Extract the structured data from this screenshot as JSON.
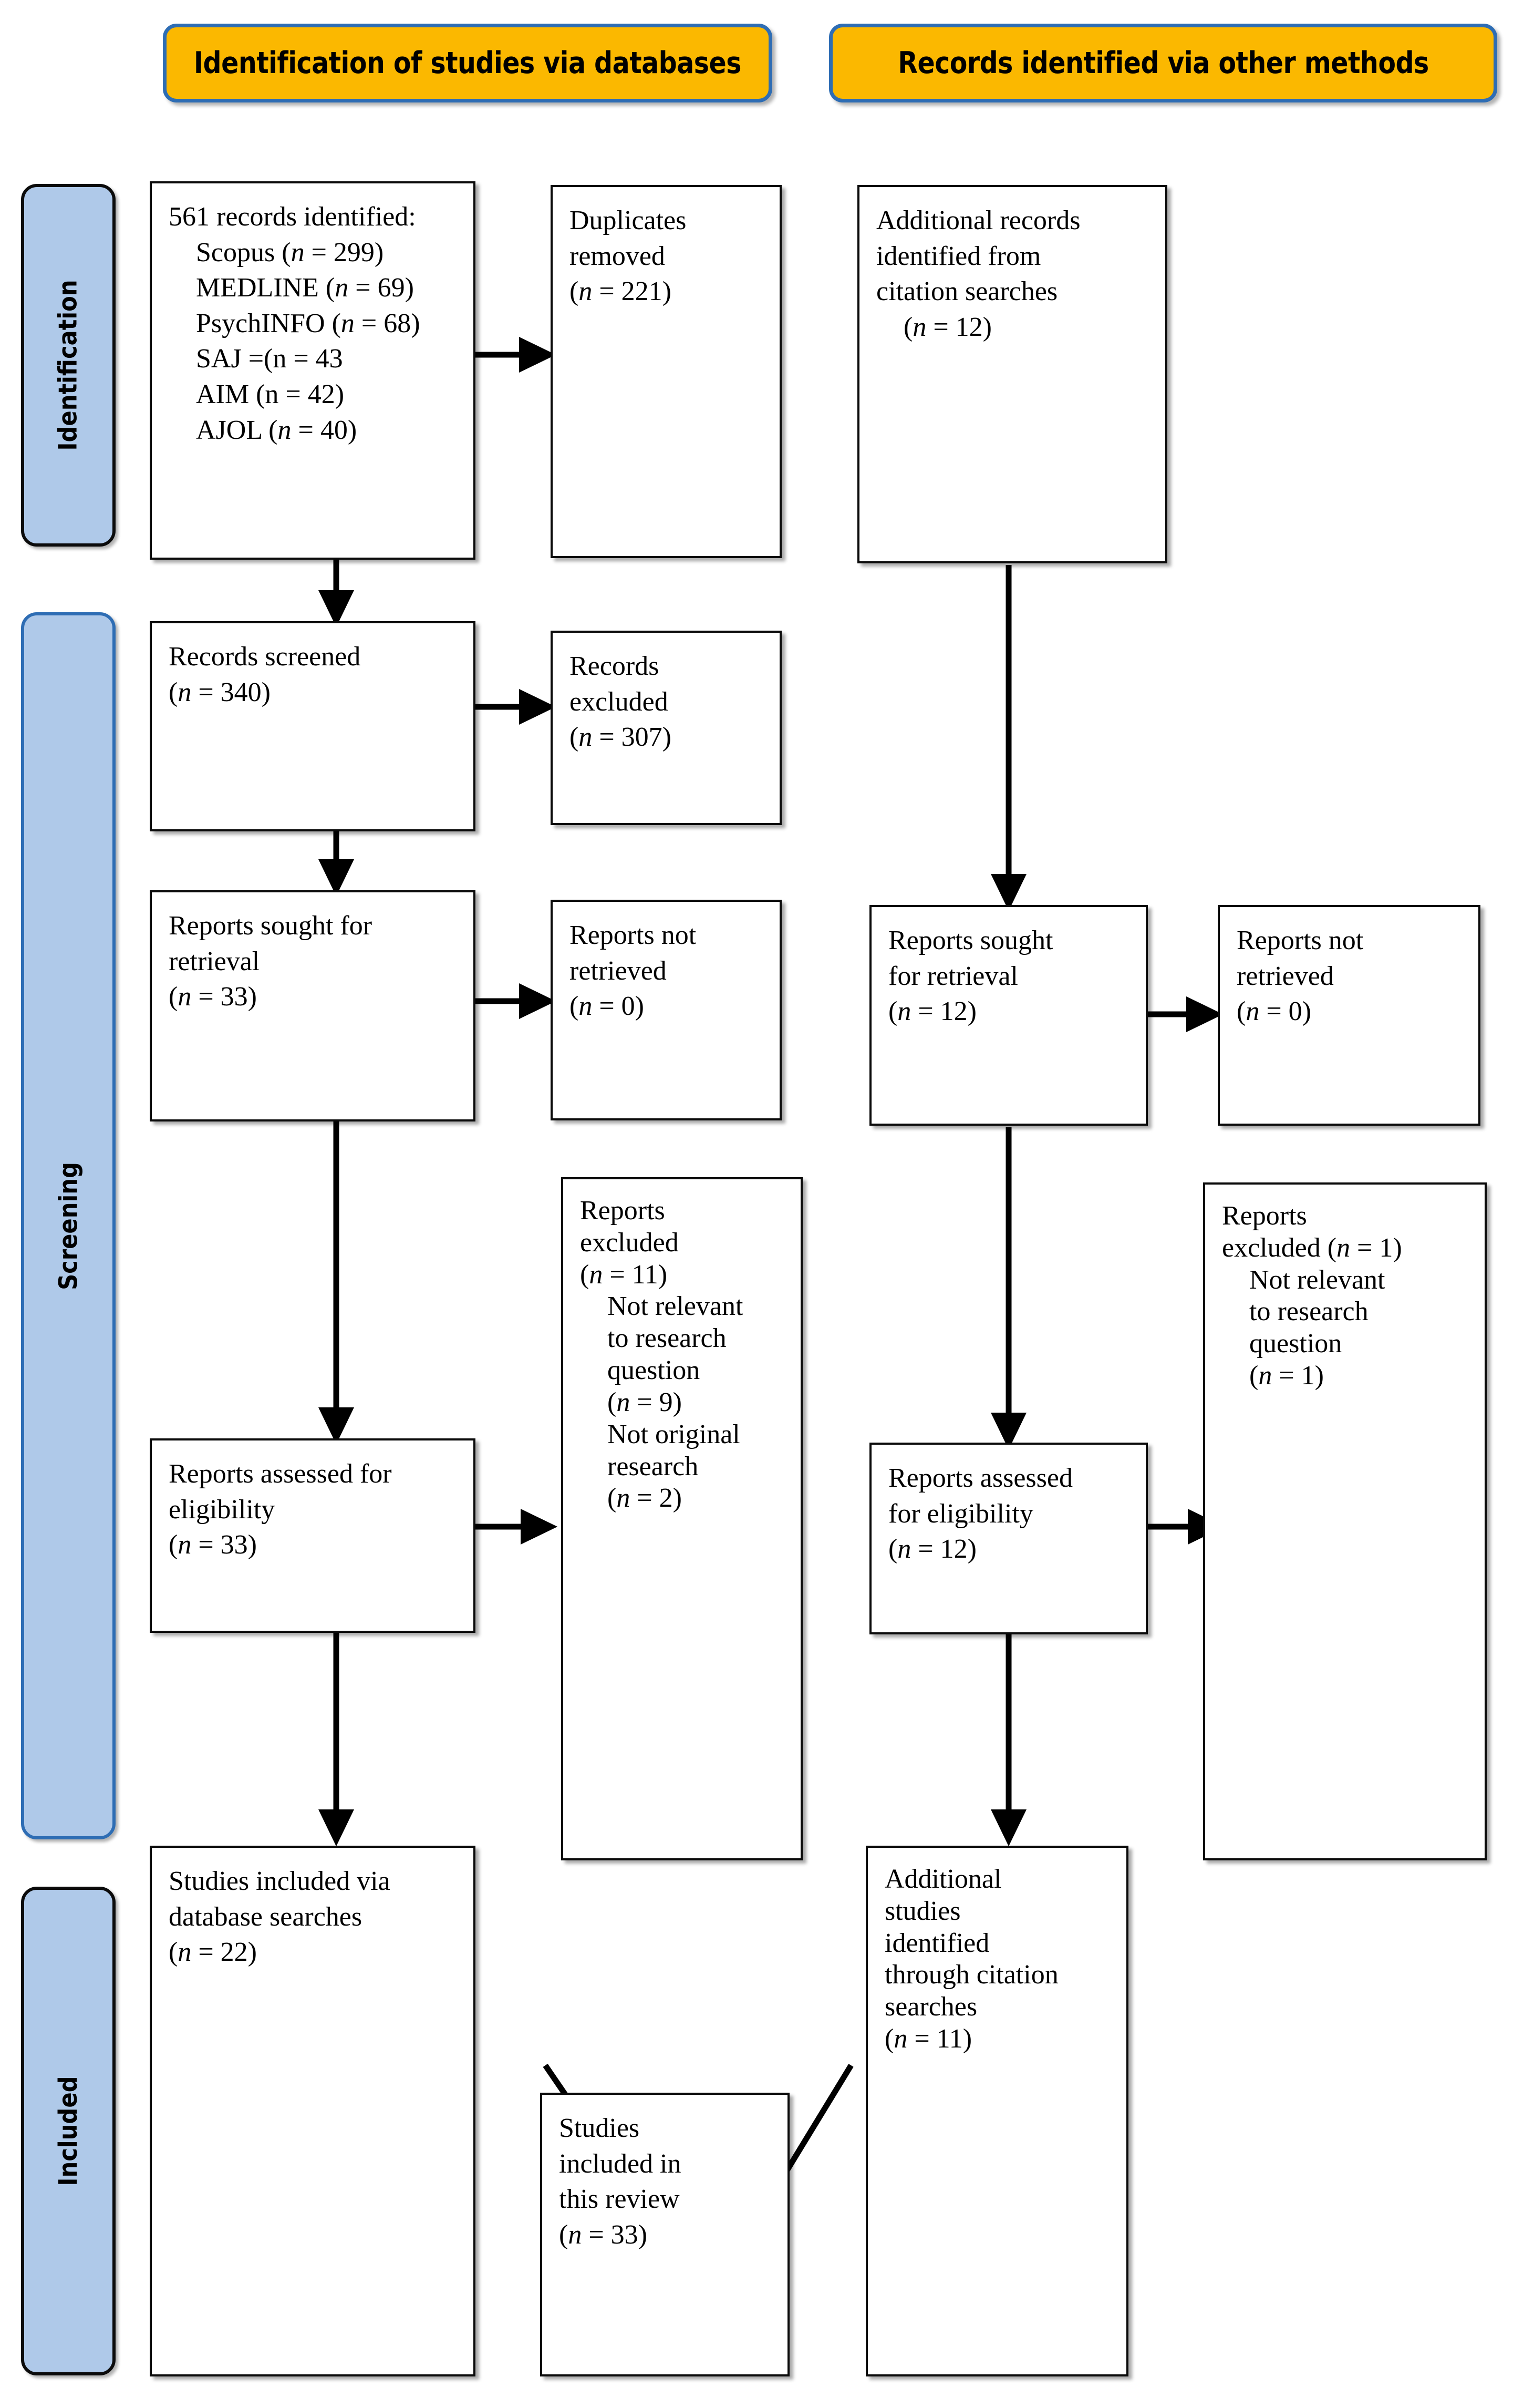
{
  "headers": [
    {
      "id": "databases",
      "label": "Identification of studies via databases"
    },
    {
      "id": "other",
      "label": "Records identified via other methods"
    }
  ],
  "stages": [
    {
      "id": "identification",
      "label": "Identification"
    },
    {
      "id": "screening",
      "label": "Screening"
    },
    {
      "id": "included",
      "label": "Included"
    }
  ],
  "colors": {
    "banner_fill": "#FBB800",
    "banner_border": "#2E6DB4",
    "stagebar_fill": "#AFC9E9",
    "stagebar_border_dark": "#0B0B0B",
    "stagebar_border_blue": "#2E6DB4",
    "box_border": "#0A0A0A",
    "box_fill": "#FFFFFF",
    "arrow": "#000000"
  },
  "boxes": {
    "records_identified": {
      "lines": [
        {
          "text": "561 records identified:",
          "indent": 0
        },
        {
          "text": "Scopus (n = 299)",
          "indent": 1,
          "italic_n": true
        },
        {
          "text": "MEDLINE (n = 69)",
          "indent": 1,
          "italic_n": true
        },
        {
          "text": "PsychINFO (n = 68)",
          "indent": 1,
          "italic_n": true
        },
        {
          "text": "SAJ =(n = 43",
          "indent": 1,
          "italic_n": false
        },
        {
          "text": "AIM (n = 42)",
          "indent": 1,
          "italic_n": false
        },
        {
          "text": "AJOL (n = 40)",
          "indent": 1,
          "italic_n": true
        }
      ]
    },
    "duplicates_removed": {
      "lines": [
        {
          "text": "Duplicates",
          "indent": 0
        },
        {
          "text": "removed",
          "indent": 0
        },
        {
          "text": "(n = 221)",
          "indent": 0,
          "italic_n": true
        }
      ]
    },
    "additional_records": {
      "lines": [
        {
          "text": "Additional records",
          "indent": 0
        },
        {
          "text": "identified from",
          "indent": 0
        },
        {
          "text": "citation searches",
          "indent": 0
        },
        {
          "text": "(n = 12)",
          "indent": 1,
          "italic_n": true
        }
      ]
    },
    "records_screened": {
      "lines": [
        {
          "text": "Records screened",
          "indent": 0
        },
        {
          "text": "(n = 340)",
          "indent": 0,
          "italic_n": true
        }
      ]
    },
    "records_excluded": {
      "lines": [
        {
          "text": "Records",
          "indent": 0
        },
        {
          "text": "excluded",
          "indent": 0
        },
        {
          "text": "(n = 307)",
          "indent": 0,
          "italic_n": true
        }
      ]
    },
    "reports_sought_db": {
      "lines": [
        {
          "text": "Reports sought for",
          "indent": 0
        },
        {
          "text": "retrieval",
          "indent": 0
        },
        {
          "text": "(n = 33)",
          "indent": 0,
          "italic_n": true
        }
      ]
    },
    "reports_not_retrieved_db": {
      "lines": [
        {
          "text": "Reports not",
          "indent": 0
        },
        {
          "text": "retrieved",
          "indent": 0
        },
        {
          "text": "(n = 0)",
          "indent": 0,
          "italic_n": true
        }
      ]
    },
    "reports_sought_other": {
      "lines": [
        {
          "text": "Reports sought",
          "indent": 0
        },
        {
          "text": "for retrieval",
          "indent": 0
        },
        {
          "text": "(n = 12)",
          "indent": 0,
          "italic_n": true
        }
      ]
    },
    "reports_not_retrieved_other": {
      "lines": [
        {
          "text": "Reports not",
          "indent": 0
        },
        {
          "text": "retrieved",
          "indent": 0
        },
        {
          "text": "(n = 0)",
          "indent": 0,
          "italic_n": true
        }
      ]
    },
    "reports_assessed_db": {
      "lines": [
        {
          "text": "Reports assessed for",
          "indent": 0
        },
        {
          "text": "eligibility",
          "indent": 0
        },
        {
          "text": "(n = 33)",
          "indent": 0,
          "italic_n": true
        }
      ]
    },
    "reports_excluded_db": {
      "lines": [
        {
          "text": "Reports",
          "indent": 0
        },
        {
          "text": "excluded",
          "indent": 0
        },
        {
          "text": "(n = 11)",
          "indent": 0,
          "italic_n": true
        },
        {
          "text": "Not relevant",
          "indent": 1
        },
        {
          "text": "to research",
          "indent": 1
        },
        {
          "text": "question",
          "indent": 1
        },
        {
          "text": "(n = 9)",
          "indent": 1,
          "italic_n": true
        },
        {
          "text": "Not original",
          "indent": 1
        },
        {
          "text": "research",
          "indent": 1
        },
        {
          "text": "(n = 2)",
          "indent": 1,
          "italic_n": true
        }
      ]
    },
    "reports_assessed_other": {
      "lines": [
        {
          "text": "Reports assessed",
          "indent": 0
        },
        {
          "text": "for eligibility",
          "indent": 0
        },
        {
          "text": "(n = 12)",
          "indent": 0,
          "italic_n": true
        }
      ]
    },
    "reports_excluded_other": {
      "lines": [
        {
          "text": "Reports",
          "indent": 0
        },
        {
          "text": "excluded (n = 1)",
          "indent": 0,
          "italic_n": true
        },
        {
          "text": "Not relevant",
          "indent": 1
        },
        {
          "text": "to research",
          "indent": 1
        },
        {
          "text": "question",
          "indent": 1
        },
        {
          "text": "(n = 1)",
          "indent": 1,
          "italic_n": true
        }
      ]
    },
    "studies_included_db": {
      "lines": [
        {
          "text": "Studies included via",
          "indent": 0
        },
        {
          "text": "database searches",
          "indent": 0
        },
        {
          "text": "(n = 22)",
          "indent": 0,
          "italic_n": true
        }
      ]
    },
    "additional_studies_citation": {
      "lines": [
        {
          "text": "Additional",
          "indent": 0
        },
        {
          "text": "studies",
          "indent": 0
        },
        {
          "text": "identified",
          "indent": 0
        },
        {
          "text": "through citation",
          "indent": 0
        },
        {
          "text": "searches",
          "indent": 0
        },
        {
          "text": "(n = 11)",
          "indent": 0,
          "italic_n": true
        }
      ]
    },
    "studies_included_review": {
      "lines": [
        {
          "text": "Studies",
          "indent": 0
        },
        {
          "text": "included in",
          "indent": 0
        },
        {
          "text": "this review",
          "indent": 0
        },
        {
          "text": "(n = 33)",
          "indent": 0,
          "italic_n": true
        }
      ]
    }
  }
}
